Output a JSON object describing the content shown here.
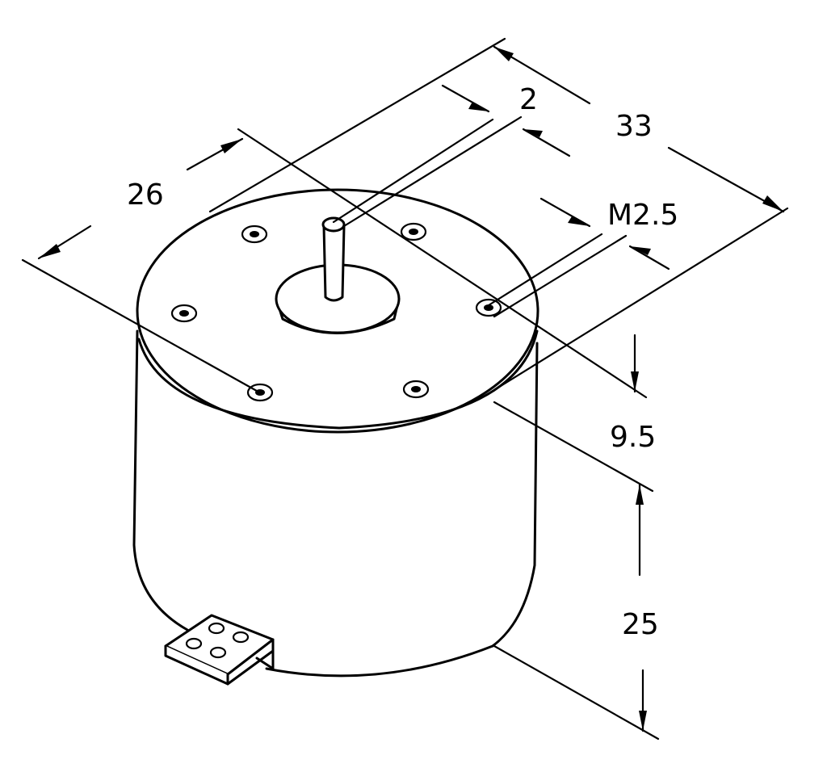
{
  "dimensions": {
    "shaft_length": "2",
    "body_length_total": "33",
    "body_diameter": "26",
    "mount_thread": "M2.5",
    "mount_hole_height": "9.5",
    "body_height": "25"
  },
  "colors": {
    "ink": "#000000",
    "paper": "#ffffff"
  }
}
